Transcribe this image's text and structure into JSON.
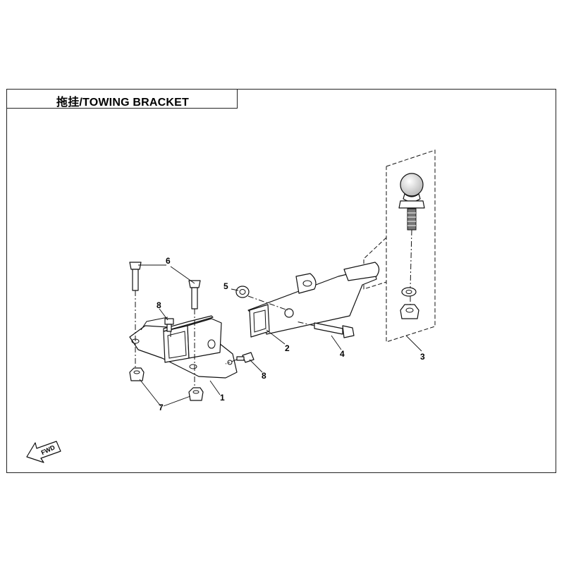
{
  "title": "拖挂/TOWING BRACKET",
  "fwd_label": "FWD",
  "callouts": [
    "1",
    "2",
    "3",
    "4",
    "5",
    "6",
    "7",
    "8",
    "8"
  ]
}
